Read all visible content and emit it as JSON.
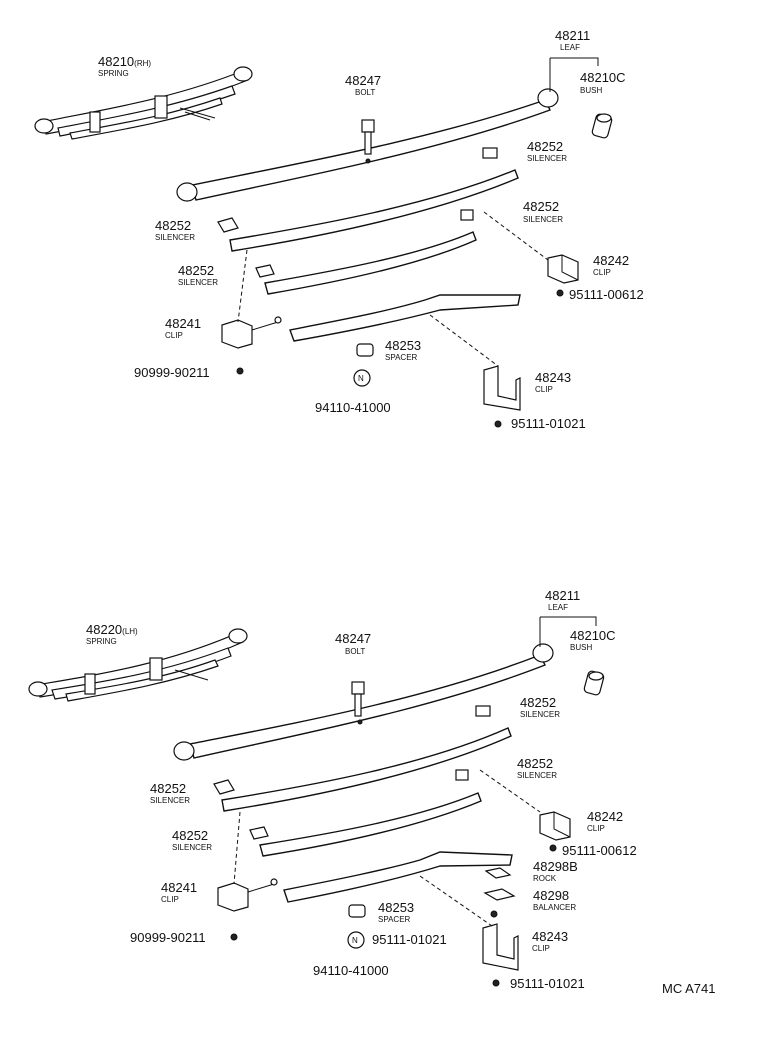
{
  "top": {
    "spring_no": "48210",
    "spring_side": "(RH)",
    "spring_name": "SPRING",
    "leaf_no": "48211",
    "leaf_name": "LEAF",
    "bush_no": "48210C",
    "bush_name": "BUSH",
    "bolt_no": "48247",
    "bolt_name": "BOLT",
    "sil1_no": "48252",
    "sil1_name": "SILENCER",
    "sil2_no": "48252",
    "sil2_name": "SILENCER",
    "sil3_no": "48252",
    "sil3_name": "SILENCER",
    "sil4_no": "48252",
    "sil4_name": "SILENCER",
    "clip_r_no": "48242",
    "clip_r_name": "CLIP",
    "screw_r": "95111-00612",
    "clip_l_no": "48241",
    "clip_l_name": "CLIP",
    "spacer_no": "48253",
    "spacer_name": "SPACER",
    "clip_b_no": "48243",
    "clip_b_name": "CLIP",
    "rivet_l": "90999-90211",
    "nut": "94110-41000",
    "screw_b": "95111-01021"
  },
  "bottom": {
    "spring_no": "48220",
    "spring_side": "(LH)",
    "spring_name": "SPRING",
    "leaf_no": "48211",
    "leaf_name": "LEAF",
    "bush_no": "48210C",
    "bush_name": "BUSH",
    "bolt_no": "48247",
    "bolt_name": "BOLT",
    "sil1_no": "48252",
    "sil1_name": "SILENCER",
    "sil2_no": "48252",
    "sil2_name": "SILENCER",
    "sil3_no": "48252",
    "sil3_name": "SILENCER",
    "sil4_no": "48252",
    "sil4_name": "SILENCER",
    "clip_r_no": "48242",
    "clip_r_name": "CLIP",
    "screw_r": "95111-00612",
    "rock_no": "48298B",
    "rock_name": "ROCK",
    "balancer_no": "48298",
    "balancer_name": "BALANCER",
    "clip_l_no": "48241",
    "clip_l_name": "CLIP",
    "spacer_no": "48253",
    "spacer_name": "SPACER",
    "clip_b_no": "48243",
    "clip_b_name": "CLIP",
    "rivet_l": "90999-90211",
    "nut": "94110-41000",
    "screw_mid": "95111-01021",
    "screw_b": "95111-01021"
  },
  "code": "MC A741"
}
